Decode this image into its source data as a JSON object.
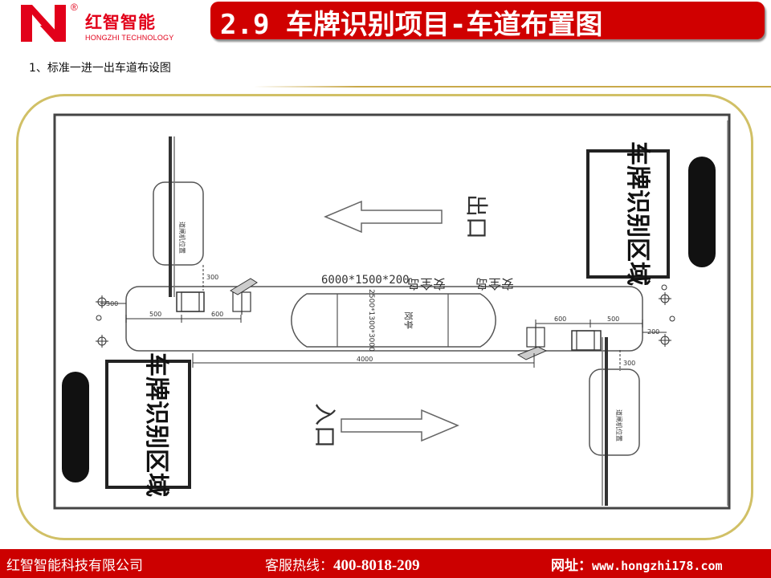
{
  "header": {
    "brand_cn": "红智智能",
    "brand_en": "HONGZHI TECHNOLOGY",
    "registered_mark": "®",
    "title": "2.9 车牌识别项目-车道布置图"
  },
  "subtitle": "1、标准一进一出车道布设图",
  "diagram": {
    "exit_label": "出口",
    "entry_label": "入口",
    "recognition_zone_label": "车牌识别区域",
    "island_dims": "6000*1500*200",
    "island_note": "安全岛",
    "booth_label": "岗亭",
    "booth_dims": "2500*1300*3000",
    "gate_barrier_label": "道闸机位置",
    "dim_300": "300",
    "dim_500": "500",
    "dim_600": "600",
    "dim_200": "200",
    "dim_4000": "4000"
  },
  "footer": {
    "company": "红智智能科技有限公司",
    "hotline_label": "客服热线：",
    "hotline_number": "400-8018-209",
    "website_label": "网址：",
    "website_url": "www.hongzhi178.com"
  },
  "colors": {
    "brand_red": "#e2001a",
    "title_bar": "#d00000",
    "footer_bar": "#cc0000",
    "frame_border": "#d1c066"
  }
}
